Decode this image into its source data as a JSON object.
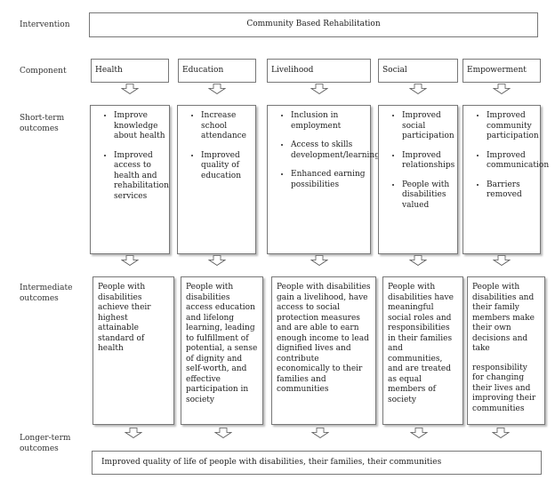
{
  "row_labels": {
    "intervention": "Intervention",
    "component": "Component",
    "short_term": "Short-term\noutcomes",
    "intermediate": "Intermediate\noutcomes",
    "longer_term": "Longer-term\noutcomes"
  },
  "intervention": "Community Based Rehabilitation",
  "components": [
    {
      "name": "Health"
    },
    {
      "name": "Education"
    },
    {
      "name": "Livelihood"
    },
    {
      "name": "Social"
    },
    {
      "name": "Empowerment"
    }
  ],
  "short_term": [
    [
      "Improve knowledge about health",
      "Improved access to health and rehabilitation services"
    ],
    [
      "Increase school attendance",
      "Improved quality of education"
    ],
    [
      "Inclusion in employment",
      "Access to skills development/learning",
      "Enhanced earning possibilities"
    ],
    [
      "Improved social participation",
      "Improved relationships",
      "People with disabilities valued"
    ],
    [
      "Improved community participation",
      "Improved communication",
      "Barriers removed"
    ]
  ],
  "intermediate": [
    [
      "People with disabilities achieve their highest attainable standard of health"
    ],
    [
      "People with disabilities access education and lifelong learning, leading to fulfillment of potential, a sense of dignity and self-worth, and effective participation in society"
    ],
    [
      "People with disabilities gain a livelihood, have access to social protection measures and are able to earn enough income to lead dignified lives and contribute economically to their families and communities"
    ],
    [
      "People with disabilities have meaningful social roles and responsibilities in their families and communities, and are treated as equal members of society"
    ],
    [
      "People with disabilities and their family members make their own decisions and take",
      "responsibility for changing their lives and improving their communities"
    ]
  ],
  "longer_term": "Improved quality of life of people with disabilities, their families, their communities"
}
